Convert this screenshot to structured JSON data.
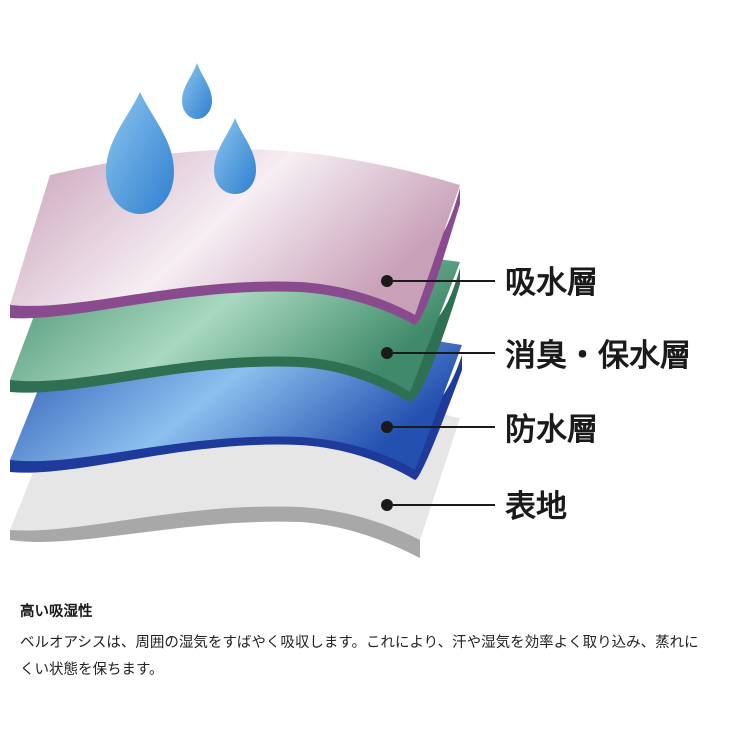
{
  "layers": [
    {
      "label": "吸水層"
    },
    {
      "label": "消臭・保水層"
    },
    {
      "label": "防水層"
    },
    {
      "label": "表地"
    }
  ],
  "colors": {
    "absorb_top_light": "#f6eef3",
    "absorb_top_dark": "#c8a0b8",
    "absorb_edge": "#8a4a8e",
    "deodor_top_light": "#a8d8c0",
    "deodor_top_dark": "#3f8a6a",
    "deodor_edge": "#2f6f52",
    "water_top_light": "#8cc0ee",
    "water_top_dark": "#2450b0",
    "water_edge": "#1e3a9a",
    "outer_top": "#e6e6e6",
    "outer_edge": "#a8a8a8",
    "drop_light": "#8cc6f0",
    "drop_dark": "#2f7fcf"
  },
  "caption": {
    "title": "高い吸湿性",
    "body": "ベルオアシスは、周囲の湿気をすばやく吸収します。これにより、汗や湿気を効率よく取り込み、蒸れにくい状態を保ちます。"
  }
}
